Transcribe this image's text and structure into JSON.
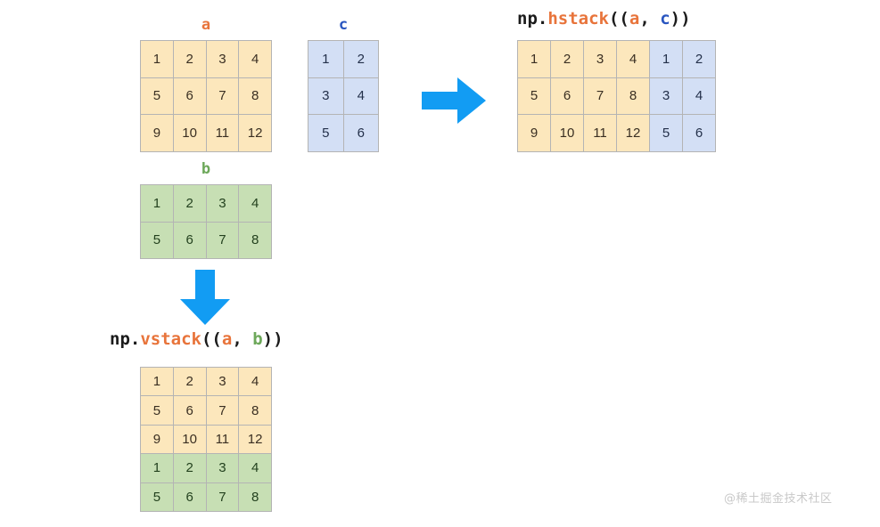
{
  "background_color": "#ffffff",
  "palette": {
    "orange_fill": "#FCE7BC",
    "blue_fill": "#D3DFF5",
    "green_fill": "#C7DFB4",
    "grid_border": "#b4b4b4",
    "arrow_blue": "#129CF3",
    "label_orange": "#E8743B",
    "label_green": "#6DA85A",
    "label_blue": "#2A56C0",
    "watermark_gray": "#c9c9c9"
  },
  "labels": {
    "a": "a",
    "b": "b",
    "c": "c"
  },
  "captions": {
    "hstack": {
      "prefix": "np.",
      "fn": "hstack",
      "open": "((",
      "arg1": "a",
      "sep": ", ",
      "arg2": "c",
      "close": "))"
    },
    "vstack": {
      "prefix": "np.",
      "fn": "vstack",
      "open": "((",
      "arg1": "a",
      "sep": ", ",
      "arg2": "b",
      "close": "))"
    }
  },
  "matrices": {
    "a": {
      "name": "a",
      "rows": 3,
      "cols": 4,
      "color": "orange",
      "values": [
        [
          "1",
          "2",
          "3",
          "4"
        ],
        [
          "5",
          "6",
          "7",
          "8"
        ],
        [
          "9",
          "10",
          "11",
          "12"
        ]
      ]
    },
    "b": {
      "name": "b",
      "rows": 2,
      "cols": 4,
      "color": "green",
      "values": [
        [
          "1",
          "2",
          "3",
          "4"
        ],
        [
          "5",
          "6",
          "7",
          "8"
        ]
      ]
    },
    "c": {
      "name": "c",
      "rows": 3,
      "cols": 2,
      "color": "blue",
      "values": [
        [
          "1",
          "2"
        ],
        [
          "3",
          "4"
        ],
        [
          "5",
          "6"
        ]
      ]
    },
    "hstack_result": {
      "name": "np.hstack((a, c))",
      "rows": 3,
      "cols": 6,
      "values": [
        [
          "1",
          "2",
          "3",
          "4",
          "1",
          "2"
        ],
        [
          "5",
          "6",
          "7",
          "8",
          "3",
          "4"
        ],
        [
          "9",
          "10",
          "11",
          "12",
          "5",
          "6"
        ]
      ],
      "colors": [
        [
          "orange",
          "orange",
          "orange",
          "orange",
          "blue",
          "blue"
        ],
        [
          "orange",
          "orange",
          "orange",
          "orange",
          "blue",
          "blue"
        ],
        [
          "orange",
          "orange",
          "orange",
          "orange",
          "blue",
          "blue"
        ]
      ]
    },
    "vstack_result": {
      "name": "np.vstack((a, b))",
      "rows": 5,
      "cols": 4,
      "values": [
        [
          "1",
          "2",
          "3",
          "4"
        ],
        [
          "5",
          "6",
          "7",
          "8"
        ],
        [
          "9",
          "10",
          "11",
          "12"
        ],
        [
          "1",
          "2",
          "3",
          "4"
        ],
        [
          "5",
          "6",
          "7",
          "8"
        ]
      ],
      "colors": [
        [
          "orange",
          "orange",
          "orange",
          "orange"
        ],
        [
          "orange",
          "orange",
          "orange",
          "orange"
        ],
        [
          "orange",
          "orange",
          "orange",
          "orange"
        ],
        [
          "green",
          "green",
          "green",
          "green"
        ],
        [
          "green",
          "green",
          "green",
          "green"
        ]
      ]
    }
  },
  "arrows": {
    "right": {
      "direction": "right",
      "color": "#129CF3"
    },
    "down": {
      "direction": "down",
      "color": "#129CF3"
    }
  },
  "watermark": {
    "text": "@稀土掘金技术社区"
  }
}
